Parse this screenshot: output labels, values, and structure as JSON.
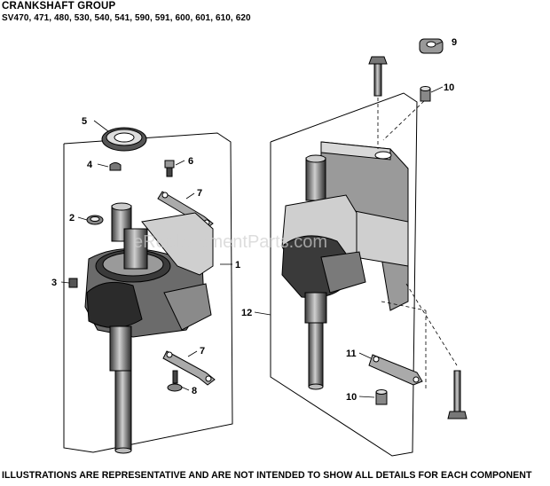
{
  "header": {
    "title": "CRANKSHAFT GROUP",
    "models": "SV470, 471, 480, 530, 540, 541, 590, 591, 600, 601, 610, 620"
  },
  "footer": {
    "note": "ILLUSTRATIONS ARE REPRESENTATIVE AND ARE NOT INTENDED TO SHOW ALL DETAILS FOR EACH COMPONENT"
  },
  "watermark": "eReplacementParts.com",
  "callouts": {
    "c1": "1",
    "c2": "2",
    "c3": "3",
    "c4": "4",
    "c5": "5",
    "c6": "6",
    "c7a": "7",
    "c7b": "7",
    "c8": "8",
    "c9": "9",
    "c10a": "10",
    "c10b": "10",
    "c11": "11",
    "c12": "12"
  },
  "colors": {
    "line": "#000000",
    "dark": "#2b2b2b",
    "mid": "#8a8a8a",
    "light": "#d8d8d8"
  }
}
